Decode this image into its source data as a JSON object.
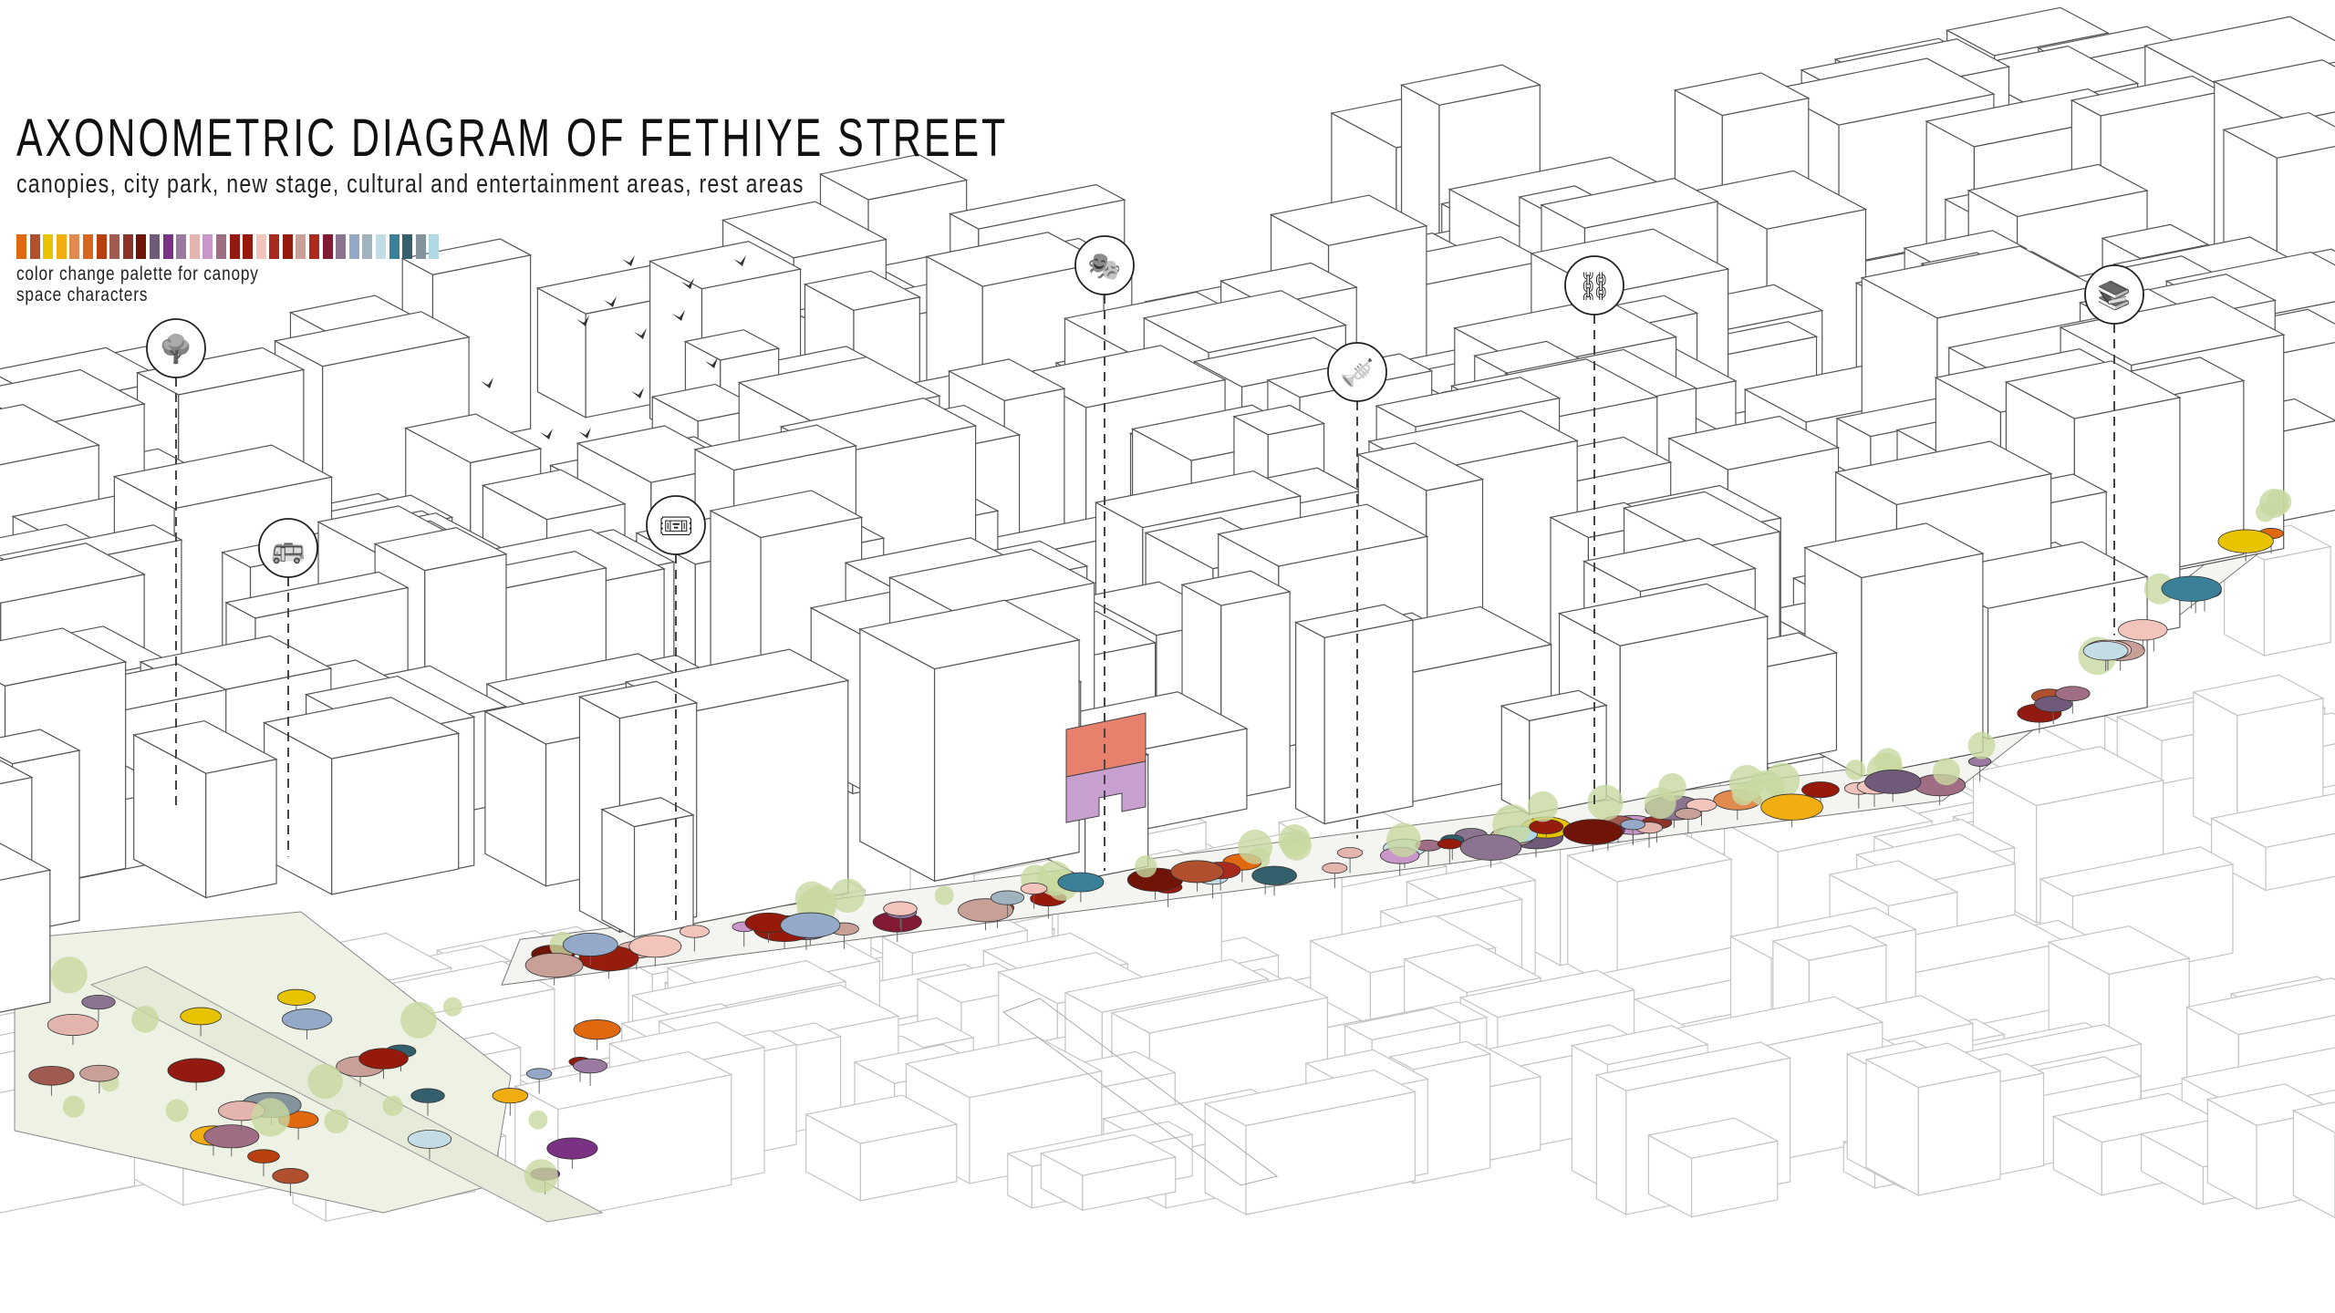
{
  "header": {
    "title": "AXONOMETRIC DIAGRAM OF FETHIYE STREET",
    "subtitle": "canopies, city park, new stage, cultural and entertainment areas, rest areas"
  },
  "legend": {
    "line1": "color change palette for canopy",
    "line2": "space characters",
    "palette": [
      "#e0690f",
      "#b0502e",
      "#e8c400",
      "#f2ae10",
      "#e08a50",
      "#d8661e",
      "#b8400e",
      "#a05a50",
      "#8c3228",
      "#701408",
      "#705a7a",
      "#7a3282",
      "#9a7aa0",
      "#e4b4ae",
      "#c896c8",
      "#a06e84",
      "#921a10",
      "#961a0c",
      "#f2c4bc",
      "#a82a1e",
      "#961c0e",
      "#c8a098",
      "#ae2a1e",
      "#821a34",
      "#8a7490",
      "#94a8c8",
      "#a0b4c0",
      "#c4dce6",
      "#3a8098",
      "#34606e",
      "#84949c",
      "#b0d8e4"
    ]
  },
  "icons": [
    {
      "name": "park-trees-icon"
    },
    {
      "name": "bus-icon"
    },
    {
      "name": "tickets-icon"
    },
    {
      "name": "theater-masks-icon"
    },
    {
      "name": "trumpet-icon"
    },
    {
      "name": "swing-playground-icon"
    },
    {
      "name": "books-icon"
    }
  ],
  "colors": {
    "stage_building_top": "#e8806e",
    "stage_building_front": "#c8a0d0",
    "tree": "#c8d8a0",
    "line": "#555555",
    "faded_line": "#c4c4c4"
  }
}
